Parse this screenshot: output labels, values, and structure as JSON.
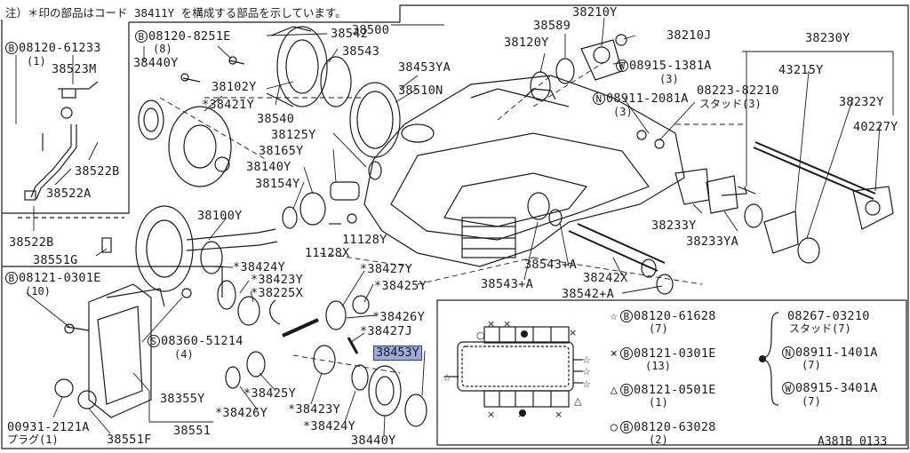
{
  "note": "注）＊印の部品はコード 38411Y を構成する部品を示しています。",
  "diagram_id": "A381B 0133",
  "parts": {
    "p38500": "38500",
    "p38542": "38542",
    "p38543": "38543",
    "p38453YA": "38453YA",
    "p38510N": "38510N",
    "p38210Y": "38210Y",
    "p38589": "38589",
    "p38120Y": "38120Y",
    "p38210J": "38210J",
    "p38230Y": "38230Y",
    "p43215Y": "43215Y",
    "p38232Y": "38232Y",
    "p40227Y": "40227Y",
    "p38523M": "38523M",
    "p38440Y_top": "38440Y",
    "p38102Y": "38102Y",
    "p38421Y": "*38421Y",
    "p38540": "38540",
    "p38125Y": "38125Y",
    "p38165Y": "38165Y",
    "p38140Y": "38140Y",
    "p38154Y": "38154Y",
    "p38522B_top": "38522B",
    "p38522A": "38522A",
    "p38522B_bot": "38522B",
    "p38551G": "38551G",
    "p38100Y": "38100Y",
    "p11128X": "11128X",
    "p11128Y": "11128Y",
    "p38233Y": "38233Y",
    "p38233YA": "38233YA",
    "p38543A_1": "38543+A",
    "p38543A_2": "38543+A",
    "p38242X": "38242X",
    "p38542A": "38542+A",
    "p38424Y_top": "*38424Y",
    "p38423Y_top": "*38423Y",
    "p38225X": "*38225X",
    "p38427Y": "*38427Y",
    "p38425Y_top": "*38425Y",
    "p38426Y_top": "*38426Y",
    "p38427J": "*38427J",
    "p38453Y": "38453Y",
    "p38425Y_bot": "*38425Y",
    "p38426Y_bot": "*38426Y",
    "p38423Y_bot": "*38423Y",
    "p38424Y_bot": "*38424Y",
    "p38440Y_bot": "38440Y",
    "p38355Y": "38355Y",
    "p38551": "38551",
    "p38551F": "38551F",
    "p00931": "00931-2121A",
    "p_plug": "プラグ(1)"
  },
  "bolts": {
    "b1": {
      "code": "08120-61233",
      "qty": "(1)",
      "prefix": "B"
    },
    "b2": {
      "code": "08120-8251E",
      "qty": "(8)",
      "prefix": "B"
    },
    "b3": {
      "code": "08915-1381A",
      "qty": "(3)",
      "prefix": "W"
    },
    "b4": {
      "code": "08911-2081A",
      "qty": "(3)",
      "prefix": "N"
    },
    "b5": {
      "code": "08223-82210",
      "qty": "スタッド(3)"
    },
    "b6": {
      "code": "08121-0301E",
      "qty": "(10)",
      "prefix": "B"
    },
    "b7": {
      "code": "08360-51214",
      "qty": "(4)",
      "prefix": "S"
    }
  },
  "legend": {
    "items": [
      {
        "symbol": "☆",
        "prefix": "B",
        "code": "08120-61628",
        "qty": "(7)"
      },
      {
        "symbol": "×",
        "prefix": "B",
        "code": "08121-0301E",
        "qty": "(13)"
      },
      {
        "symbol": "△",
        "prefix": "B",
        "code": "08121-0501E",
        "qty": "(1)"
      },
      {
        "symbol": "○",
        "prefix": "B",
        "code": "08120-63028",
        "qty": "(2)"
      }
    ],
    "bracket": [
      {
        "prefix": "",
        "code": "08267-03210",
        "qty": "スタッド(7)"
      },
      {
        "prefix": "N",
        "code": "08911-1401A",
        "qty": "(7)"
      },
      {
        "prefix": "W",
        "code": "08915-3401A",
        "qty": "(7)"
      }
    ]
  },
  "colors": {
    "highlight": "#9ea9e0",
    "highlight_border": "#2c3a9a",
    "ink": "#1a1a1a"
  }
}
